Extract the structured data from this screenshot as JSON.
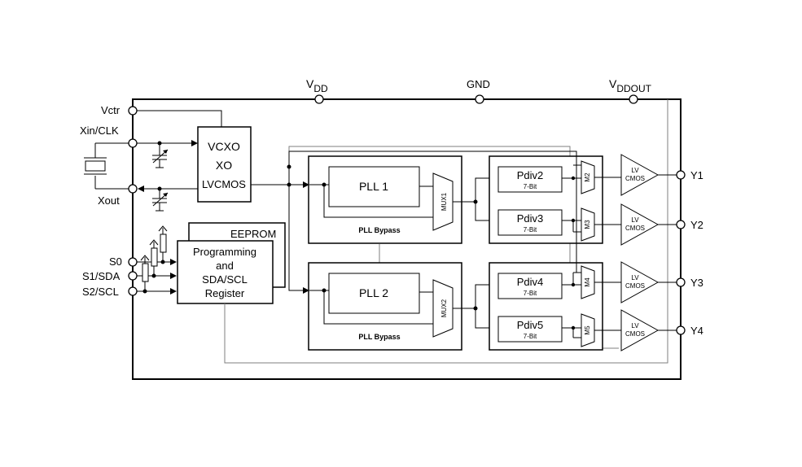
{
  "pins": {
    "vdd": {
      "main": "V",
      "sub": "DD"
    },
    "gnd": "GND",
    "vddout": {
      "main": "V",
      "sub": "DDOUT"
    },
    "vctr": "Vctr",
    "xin": "Xin/CLK",
    "xout": "Xout",
    "s0": "S0",
    "s1": "S1/SDA",
    "s2": "S2/SCL",
    "y1": "Y1",
    "y2": "Y2",
    "y3": "Y3",
    "y4": "Y4"
  },
  "oscillator": {
    "line1": "VCXO",
    "line2": "XO",
    "line3": "LVCMOS"
  },
  "eeprom": "EEPROM",
  "programming": {
    "line1": "Programming",
    "line2": "and",
    "line3": "SDA/SCL",
    "line4": "Register"
  },
  "pll1": {
    "name": "PLL 1",
    "bypass": "PLL Bypass",
    "mux": "MUX1"
  },
  "pll2": {
    "name": "PLL 2",
    "bypass": "PLL Bypass",
    "mux": "MUX2"
  },
  "dividers": [
    {
      "name": "Pdiv2",
      "bits": "7-Bit"
    },
    {
      "name": "Pdiv3",
      "bits": "7-Bit"
    },
    {
      "name": "Pdiv4",
      "bits": "7-Bit"
    },
    {
      "name": "Pdiv5",
      "bits": "7-Bit"
    }
  ],
  "muxes": [
    "M2",
    "M3",
    "M4",
    "M5"
  ],
  "buffers": [
    {
      "line1": "LV",
      "line2": "CMOS"
    },
    {
      "line1": "LV",
      "line2": "CMOS"
    },
    {
      "line1": "LV",
      "line2": "CMOS"
    },
    {
      "line1": "LV",
      "line2": "CMOS"
    }
  ]
}
